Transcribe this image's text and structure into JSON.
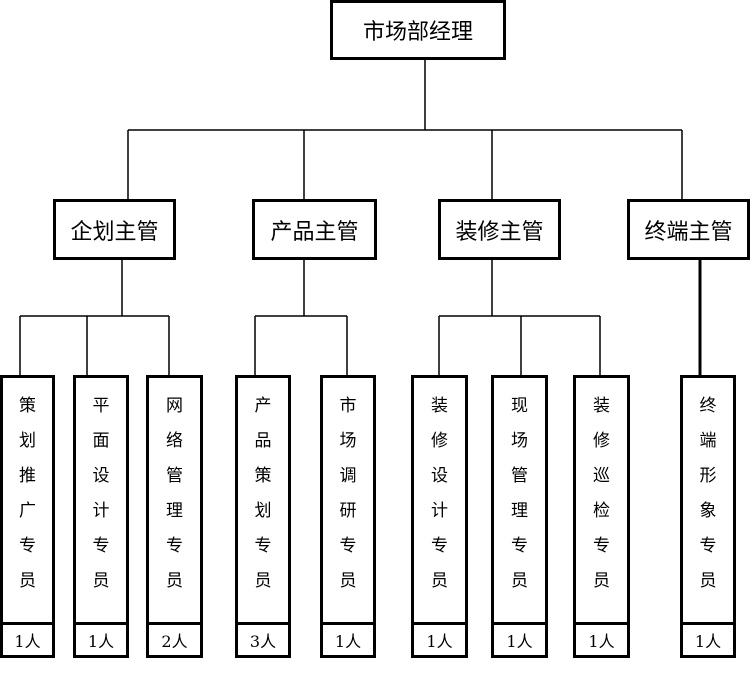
{
  "root": {
    "label": "市场部经理"
  },
  "supervisors": [
    {
      "label": "企划主管"
    },
    {
      "label": "产品主管"
    },
    {
      "label": "装修主管"
    },
    {
      "label": "终端主管"
    }
  ],
  "specialists": [
    {
      "label": "策划推广专员",
      "count": "1人"
    },
    {
      "label": "平面设计专员",
      "count": "1人"
    },
    {
      "label": "网络管理专员",
      "count": "2人"
    },
    {
      "label": "产品策划专员",
      "count": "3人"
    },
    {
      "label": "市场调研专员",
      "count": "1人"
    },
    {
      "label": "装修设计专员",
      "count": "1人"
    },
    {
      "label": "现场管理专员",
      "count": "1人"
    },
    {
      "label": "装修巡检专员",
      "count": "1人"
    },
    {
      "label": "终端形象专员",
      "count": "1人"
    }
  ]
}
